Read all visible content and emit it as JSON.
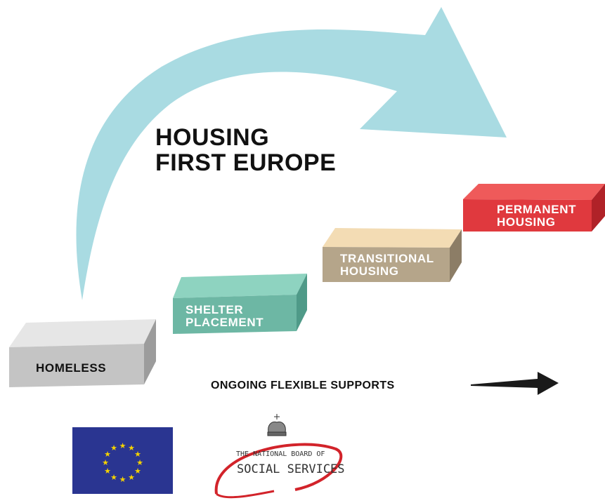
{
  "title": {
    "line1": "HOUSING",
    "line2": "FIRST EUROPE"
  },
  "steps": [
    {
      "line1": "HOMELESS",
      "line2": "",
      "color": "#c8c8c8"
    },
    {
      "line1": "SHELTER",
      "line2": "PLACEMENT",
      "color": "#6db7a4"
    },
    {
      "line1": "TRANSITIONAL",
      "line2": "HOUSING",
      "color": "#b5a58a"
    },
    {
      "line1": "PERMANENT",
      "line2": "HOUSING",
      "color": "#e0393e"
    }
  ],
  "supports": {
    "label": "ONGOING FLEXIBLE SUPPORTS"
  },
  "arrow_color": "#a9dbe2",
  "logos": {
    "eu_flag_color": "#2a3591",
    "eu_star_color": "#f5d200",
    "board": {
      "line1": "THE NATIONAL BOARD OF",
      "line2": "SOCIAL SERVICES",
      "ring_color": "#d2232a"
    }
  }
}
